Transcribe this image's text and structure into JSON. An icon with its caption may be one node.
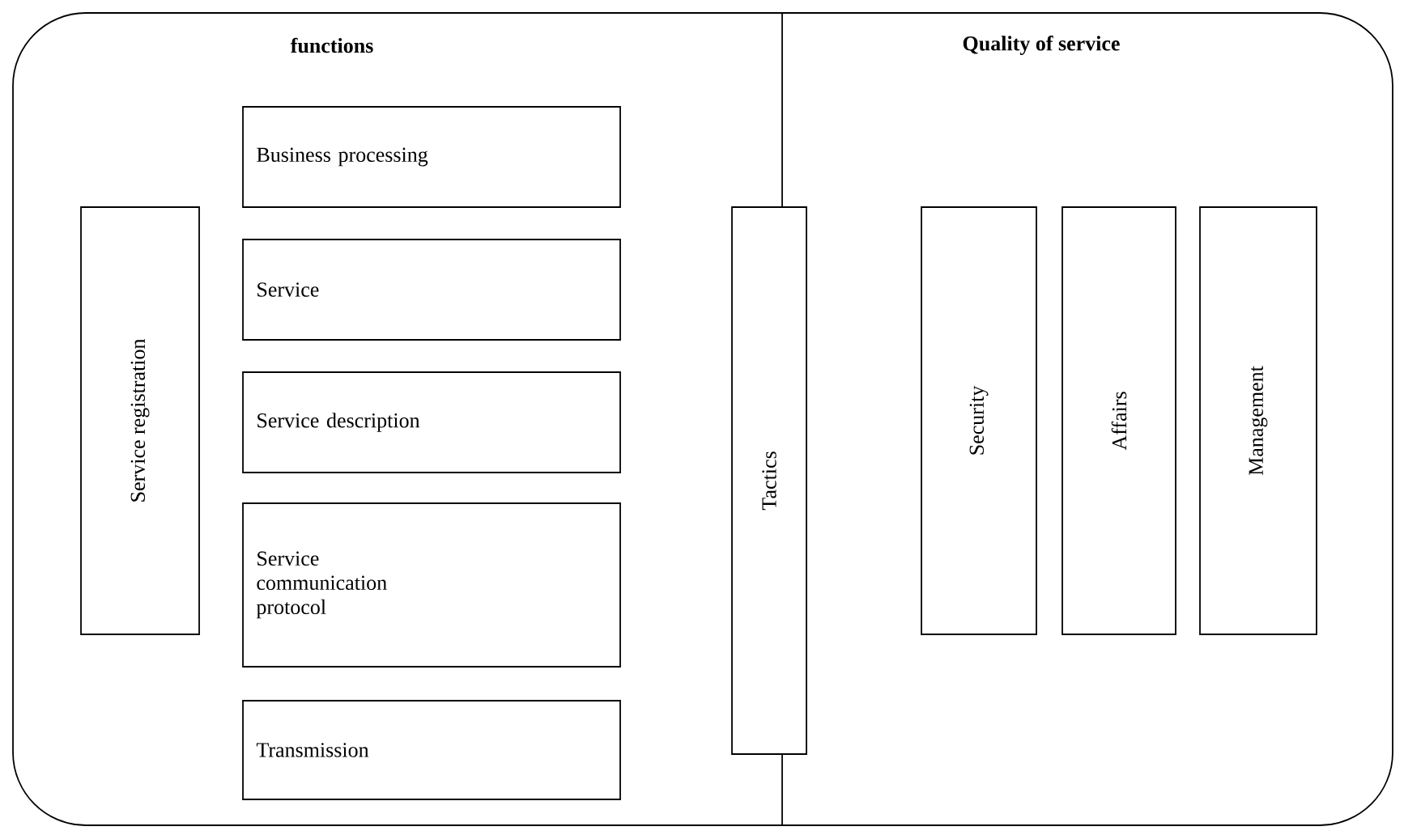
{
  "diagram": {
    "nodes": [
      {
        "text": [],
        "shape": "box"
      },
      {
        "text": [
          "Service registration"
        ],
        "in": 0
      },
      {
        "text": [
          "Business processing"
        ],
        "in": 0
      },
      {
        "text": [
          "Service"
        ],
        "in": 0
      },
      {
        "text": [
          "Service description"
        ],
        "in": 0
      },
      {
        "text": [
          "Service communication protocol"
        ],
        "in": 0
      },
      {
        "text": [
          "Transmission"
        ],
        "in": 0
      },
      {
        "text": [
          "Tactics"
        ],
        "in": 0
      },
      {
        "text": [
          "Security"
        ],
        "in": 0
      },
      {
        "text": [
          "Affairs"
        ],
        "in": 0
      },
      {
        "text": [
          "Management"
        ],
        "in": 0
      }
    ],
    "labels": [
      "functions",
      "Quality of service"
    ]
  }
}
